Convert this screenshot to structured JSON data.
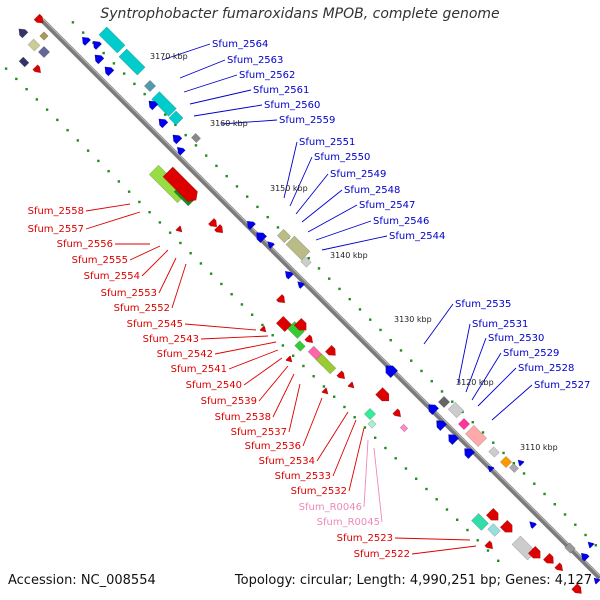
{
  "title": "Syntrophobacter fumaroxidans MPOB, complete genome",
  "footer": {
    "accession": "Accession: NC_008554",
    "topology": "Topology: circular; Length: 4,990,251 bp; Genes: 4,127"
  },
  "colors": {
    "reverse_label": "#0000cc",
    "forward_label": "#dd0000",
    "rna_label": "#ee88bb",
    "backbone": "#808080",
    "ticks": "#228b22"
  },
  "kbp_labels": [
    "3170 kbp",
    "3160 kbp",
    "3150 kbp",
    "3140 kbp",
    "3130 kbp",
    "3120 kbp",
    "3110 kbp"
  ],
  "labels_top": [
    "Sfum_2564",
    "Sfum_2563",
    "Sfum_2562",
    "Sfum_2561",
    "Sfum_2560",
    "Sfum_2559",
    "Sfum_2551",
    "Sfum_2550",
    "Sfum_2549",
    "Sfum_2548",
    "Sfum_2547",
    "Sfum_2546",
    "Sfum_2544",
    "Sfum_2535",
    "Sfum_2531",
    "Sfum_2530",
    "Sfum_2529",
    "Sfum_2528",
    "Sfum_2527"
  ],
  "labels_bottom": [
    "Sfum_2558",
    "Sfum_2557",
    "Sfum_2556",
    "Sfum_2555",
    "Sfum_2554",
    "Sfum_2553",
    "Sfum_2552",
    "Sfum_2545",
    "Sfum_2543",
    "Sfum_2542",
    "Sfum_2541",
    "Sfum_2540",
    "Sfum_2539",
    "Sfum_2538",
    "Sfum_2537",
    "Sfum_2536",
    "Sfum_2534",
    "Sfum_2533",
    "Sfum_2532",
    "Sfum_R0046",
    "Sfum_R0045",
    "Sfum_2523",
    "Sfum_2522"
  ],
  "rna_labels": [
    "Sfum_R0046",
    "Sfum_R0045"
  ]
}
